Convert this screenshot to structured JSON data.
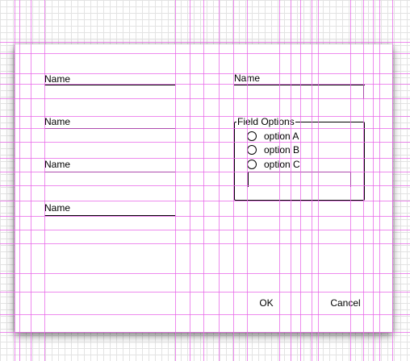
{
  "form": {
    "left_fields": [
      {
        "label": "Name"
      },
      {
        "label": "Name"
      },
      {
        "label": "Name"
      },
      {
        "label": "Name"
      }
    ],
    "right_field": {
      "label": "Name"
    },
    "field_options": {
      "legend": "Field Options",
      "options": [
        "option A",
        "option B",
        "option C"
      ]
    }
  },
  "buttons": {
    "ok_label": "OK",
    "cancel_label": "Cancel"
  },
  "colors": {
    "guide_lines": "#e864e8",
    "background_grid": "#e3e3e3"
  }
}
